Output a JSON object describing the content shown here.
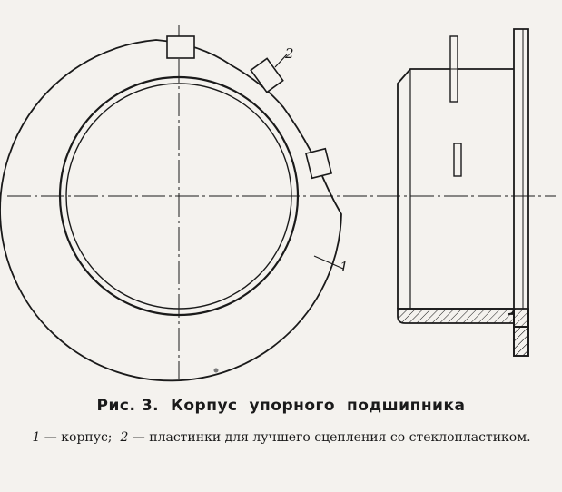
{
  "figure": {
    "callout_1": "1",
    "callout_2": "2"
  },
  "caption": {
    "title": "Рис. 3.  Корпус  упорного  подшипника",
    "legend_item_1_num": "1",
    "legend_item_1_text": " — корпус;",
    "legend_item_2_num": "2",
    "legend_item_2_text": " — пластинки  для  лучшего  сцепления  со стеклопластиком."
  },
  "colors": {
    "ink": "#1a1a1a",
    "paper": "#f4f2ee"
  }
}
